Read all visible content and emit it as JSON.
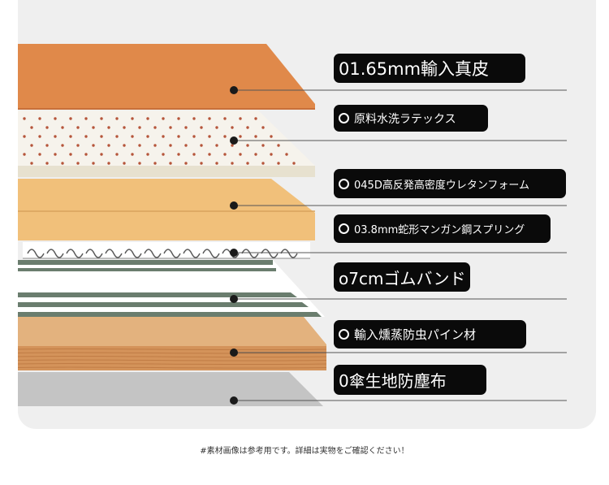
{
  "diagram": {
    "layers": [
      {
        "id": "leather",
        "label": "01.65mm輸入真皮",
        "color": "#e0894a",
        "ring": false
      },
      {
        "id": "latex",
        "label": "原料水洗ラテックス",
        "color": "#f6f3ec",
        "ring": true
      },
      {
        "id": "foam",
        "label": "045D高反発高密度ウレタンフォーム",
        "color": "#f1c07a",
        "ring": true
      },
      {
        "id": "spring",
        "label": "03.8mm蛇形マンガン鋼スプリング",
        "color": "#f1c07a",
        "ring": true
      },
      {
        "id": "band",
        "label": "o7cmゴムバンド",
        "color": "#6a7d6e",
        "ring": false
      },
      {
        "id": "pine",
        "label": "輸入燻蒸防虫パイン材",
        "color": "#e3b27e",
        "ring": true
      },
      {
        "id": "cloth",
        "label": "0傘生地防塵布",
        "color": "#c4c4c4",
        "ring": false
      }
    ],
    "footnote": "#素材画像は参考用です。詳細は実物をご確認ください！"
  }
}
